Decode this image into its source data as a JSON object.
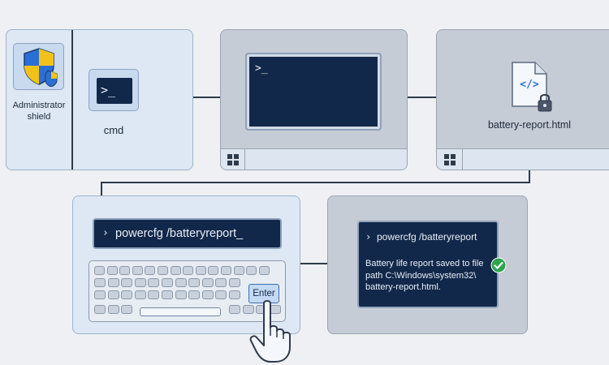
{
  "admin_panel": {
    "shield_label_line1": "Administrator",
    "shield_label_line2": "shield",
    "cmd_label": "cmd"
  },
  "terminal_panel": {
    "prompt": ">_"
  },
  "file_panel": {
    "filename": "battery-report.html",
    "file_icon_glyph": "</>"
  },
  "typing_panel": {
    "command": "powercfg /batteryreport",
    "cursor": "_",
    "enter_key": "Enter"
  },
  "result_panel": {
    "command": "powercfg /batteryreport",
    "output_line1": "Battery life report saved to file",
    "output_line2": "path C:\\Windows\\system32\\",
    "output_line3": "battery-report.html."
  },
  "colors": {
    "accent_blue": "#2b6fd6",
    "terminal_bg": "#12284a",
    "success_green": "#2ea44f",
    "shield_yellow": "#f2c21b"
  }
}
